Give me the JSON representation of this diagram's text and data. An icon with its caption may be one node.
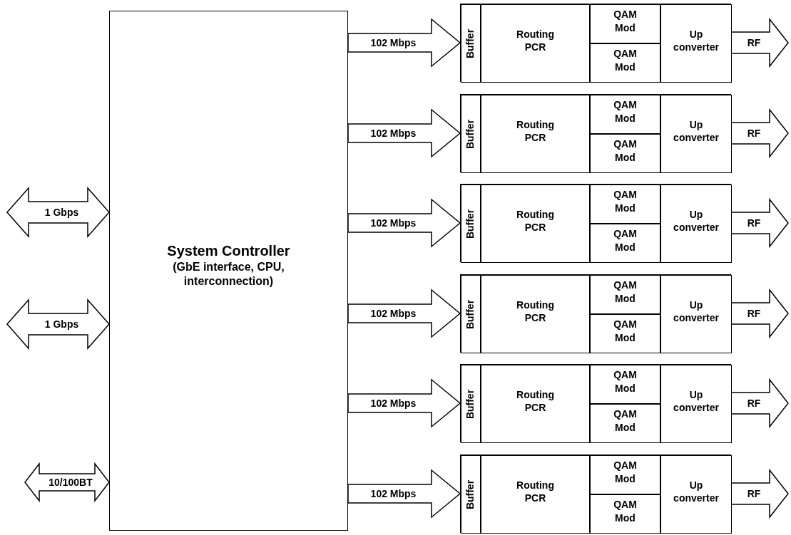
{
  "diagram": {
    "nodes": [
      {
        "text": [
          "System Controller",
          "(GbE interface, CPU, interconnection)"
        ]
      },
      {
        "text": [],
        "shape": "box"
      },
      {
        "text": [
          "Buffer"
        ],
        "in": 1
      },
      {
        "text": [
          "Routing PCR"
        ],
        "in": 1
      },
      {
        "text": [
          "QAM Mod"
        ],
        "in": 1
      },
      {
        "text": [
          "QAM Mod"
        ],
        "in": 1
      },
      {
        "text": [
          "Up converter"
        ],
        "in": 1
      },
      {
        "text": [],
        "shape": "box"
      },
      {
        "text": [
          "Buffer"
        ],
        "in": 7
      },
      {
        "text": [
          "Routing PCR"
        ],
        "in": 7
      },
      {
        "text": [
          "QAM Mod"
        ],
        "in": 7
      },
      {
        "text": [
          "QAM Mod"
        ],
        "in": 7
      },
      {
        "text": [
          "Up converter"
        ],
        "in": 7
      },
      {
        "text": [],
        "shape": "box"
      },
      {
        "text": [
          "Buffer"
        ],
        "in": 13
      },
      {
        "text": [
          "Routing PCR"
        ],
        "in": 13
      },
      {
        "text": [
          "QAM Mod"
        ],
        "in": 13
      },
      {
        "text": [
          "QAM Mod"
        ],
        "in": 13
      },
      {
        "text": [
          "Up converter"
        ],
        "in": 13
      },
      {
        "text": [],
        "shape": "box"
      },
      {
        "text": [
          "Buffer"
        ],
        "in": 19
      },
      {
        "text": [
          "Routing PCR"
        ],
        "in": 19
      },
      {
        "text": [
          "QAM Mod"
        ],
        "in": 19
      },
      {
        "text": [
          "QAM Mod"
        ],
        "in": 19
      },
      {
        "text": [
          "Up converter"
        ],
        "in": 19
      },
      {
        "text": [],
        "shape": "box"
      },
      {
        "text": [
          "Buffer"
        ],
        "in": 25
      },
      {
        "text": [
          "Routing PCR"
        ],
        "in": 25
      },
      {
        "text": [
          "QAM Mod"
        ],
        "in": 25
      },
      {
        "text": [
          "QAM Mod"
        ],
        "in": 25
      },
      {
        "text": [
          "Up converter"
        ],
        "in": 25
      },
      {
        "text": [],
        "shape": "box"
      },
      {
        "text": [
          "Buffer"
        ],
        "in": 31
      },
      {
        "text": [
          "Routing PCR"
        ],
        "in": 31
      },
      {
        "text": [
          "QAM Mod"
        ],
        "in": 31
      },
      {
        "text": [
          "QAM Mod"
        ],
        "in": 31
      },
      {
        "text": [
          "Up converter"
        ],
        "in": 31
      }
    ],
    "edges": [
      {
        "from": null,
        "to": 0,
        "arrow": "both",
        "label": "1 Gbps"
      },
      {
        "from": null,
        "to": 0,
        "arrow": "both",
        "label": "1 Gbps"
      },
      {
        "from": null,
        "to": 0,
        "arrow": "both",
        "label": "10/100BT"
      },
      {
        "from": 0,
        "to": 2,
        "arrow": "to",
        "label": "102 Mbps"
      },
      {
        "from": 0,
        "to": 8,
        "arrow": "to",
        "label": "102 Mbps"
      },
      {
        "from": 0,
        "to": 14,
        "arrow": "to",
        "label": "102 Mbps"
      },
      {
        "from": 0,
        "to": 20,
        "arrow": "to",
        "label": "102 Mbps"
      },
      {
        "from": 0,
        "to": 26,
        "arrow": "to",
        "label": "102 Mbps"
      },
      {
        "from": 0,
        "to": 32,
        "arrow": "to",
        "label": "102 Mbps"
      },
      {
        "from": 6,
        "to": null,
        "arrow": "to",
        "label": "RF"
      },
      {
        "from": 12,
        "to": null,
        "arrow": "to",
        "label": "RF"
      },
      {
        "from": 18,
        "to": null,
        "arrow": "to",
        "label": "RF"
      },
      {
        "from": 24,
        "to": null,
        "arrow": "to",
        "label": "RF"
      },
      {
        "from": 30,
        "to": null,
        "arrow": "to",
        "label": "RF"
      },
      {
        "from": 36,
        "to": null,
        "arrow": "to",
        "label": "RF"
      }
    ]
  }
}
